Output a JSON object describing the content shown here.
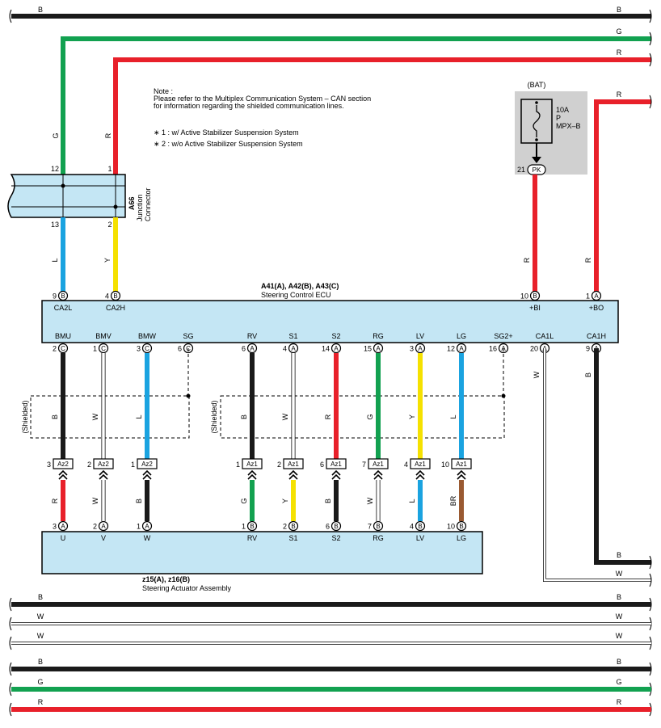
{
  "note": {
    "heading": "Note :",
    "lines": [
      "Please refer to the Multiplex Communication System – CAN section",
      "for information regarding the shielded communication lines."
    ],
    "legend": [
      "∗ 1 : w/ Active Stabilizer Suspension System",
      "∗ 2 : w/o Active Stabilizer Suspension System"
    ]
  },
  "fuse": {
    "source": "(BAT)",
    "rating": "10A",
    "type": "P",
    "name": "MPX–B",
    "pin": "21",
    "connector": "PK"
  },
  "junction": {
    "id": "A66",
    "name": "Junction",
    "name2": "Connector",
    "pins": [
      "12",
      "1",
      "13",
      "2"
    ]
  },
  "ecu": {
    "id": "A41(A), A42(B), A43(C)",
    "name": "Steering Control ECU",
    "top_terminals": [
      {
        "pin": "9",
        "conn": "B",
        "name": "CA2L"
      },
      {
        "pin": "4",
        "conn": "B",
        "name": "CA2H"
      },
      {
        "pin": "10",
        "conn": "B",
        "name": "+BI"
      },
      {
        "pin": "1",
        "conn": "A",
        "name": "+BO"
      }
    ],
    "bottom_terminals": [
      {
        "pin": "2",
        "conn": "C",
        "name": "BMU"
      },
      {
        "pin": "1",
        "conn": "C",
        "name": "BMV"
      },
      {
        "pin": "3",
        "conn": "C",
        "name": "BMW"
      },
      {
        "pin": "6",
        "conn": "C",
        "name": "SG"
      },
      {
        "pin": "6",
        "conn": "A",
        "name": "RV"
      },
      {
        "pin": "4",
        "conn": "A",
        "name": "S1"
      },
      {
        "pin": "14",
        "conn": "A",
        "name": "S2"
      },
      {
        "pin": "15",
        "conn": "A",
        "name": "RG"
      },
      {
        "pin": "3",
        "conn": "A",
        "name": "LV"
      },
      {
        "pin": "12",
        "conn": "A",
        "name": "LG"
      },
      {
        "pin": "16",
        "conn": "A",
        "name": "SG2+"
      },
      {
        "pin": "20",
        "conn": "A",
        "name": "CA1L"
      },
      {
        "pin": "9",
        "conn": "A",
        "name": "CA1H"
      }
    ]
  },
  "actuator": {
    "id": "z15(A), z16(B)",
    "name": "Steering Actuator Assembly",
    "terminals": [
      {
        "pin": "3",
        "conn": "A",
        "name": "U"
      },
      {
        "pin": "2",
        "conn": "A",
        "name": "V"
      },
      {
        "pin": "1",
        "conn": "A",
        "name": "W"
      },
      {
        "pin": "1",
        "conn": "B",
        "name": "RV"
      },
      {
        "pin": "2",
        "conn": "B",
        "name": "S1"
      },
      {
        "pin": "6",
        "conn": "B",
        "name": "S2"
      },
      {
        "pin": "7",
        "conn": "B",
        "name": "RG"
      },
      {
        "pin": "4",
        "conn": "B",
        "name": "LV"
      },
      {
        "pin": "10",
        "conn": "B",
        "name": "LG"
      }
    ]
  },
  "inline_connectors": [
    {
      "pin": "3",
      "name": "Az2"
    },
    {
      "pin": "2",
      "name": "Az2"
    },
    {
      "pin": "1",
      "name": "Az2"
    },
    {
      "pin": "1",
      "name": "Az1"
    },
    {
      "pin": "2",
      "name": "Az1"
    },
    {
      "pin": "6",
      "name": "Az1"
    },
    {
      "pin": "7",
      "name": "Az1"
    },
    {
      "pin": "4",
      "name": "Az1"
    },
    {
      "pin": "10",
      "name": "Az1"
    }
  ],
  "shielded_label": "(Shielded)",
  "wire_colors_upper": [
    "B",
    "W",
    "L",
    "B",
    "W",
    "R",
    "G",
    "Y",
    "L",
    "W",
    "B"
  ],
  "wire_colors_lower": [
    "R",
    "W",
    "B",
    "G",
    "Y",
    "B",
    "W",
    "L",
    "BR"
  ],
  "wire_colors_top": {
    "g": "G",
    "r": "R",
    "l": "L",
    "y": "Y",
    "r_fuse": "R",
    "r_bo": "R"
  },
  "bus_top": [
    "B",
    "G",
    "R",
    "R"
  ],
  "bus_right": [
    "B",
    "W"
  ],
  "bus_bottom": [
    "B",
    "W",
    "W",
    "B",
    "G",
    "R"
  ],
  "colors": {
    "B": "#1a1a1a",
    "G": "#12a150",
    "R": "#e8202a",
    "L": "#1aa3e0",
    "Y": "#f5e100",
    "W": "#ffffff",
    "BR": "#9a5a32",
    "box": "#c4e6f4",
    "fusebg": "#d0d0d0"
  }
}
